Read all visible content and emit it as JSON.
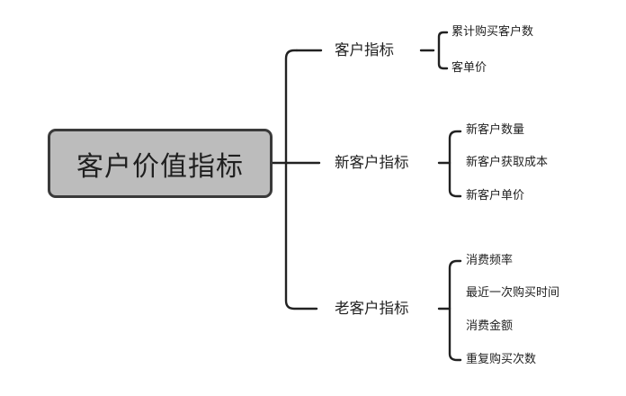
{
  "root": {
    "label": "客户价值指标",
    "fill_color": "#bcbcbc",
    "border_color": "#3a3a3a"
  },
  "branches": [
    {
      "label": "客户指标",
      "children": [
        "累计购买客户数",
        "客单价"
      ]
    },
    {
      "label": "新客户指标",
      "children": [
        "新客户数量",
        "新客户获取成本",
        "新客户单价"
      ]
    },
    {
      "label": "老客户指标",
      "children": [
        "消费频率",
        "最近一次购买时间",
        "消费金额",
        "重复购买次数"
      ]
    }
  ],
  "line_color": "#222222"
}
